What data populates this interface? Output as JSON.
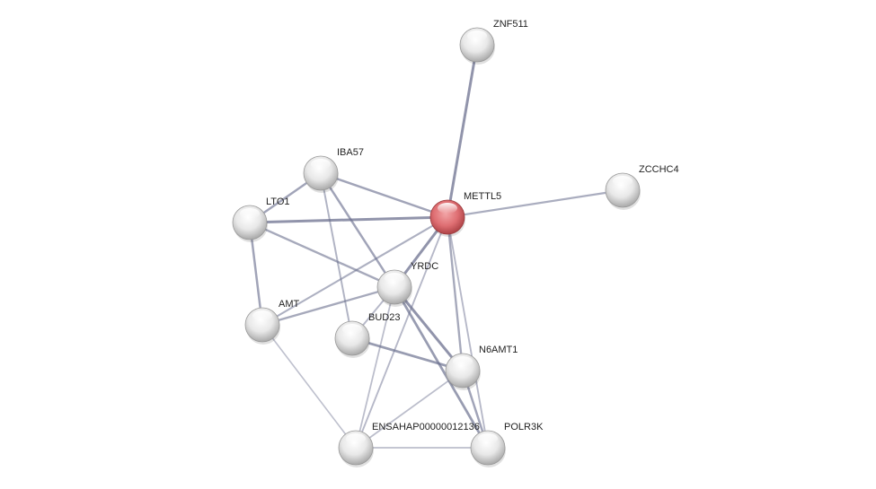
{
  "network": {
    "query_node": "METTL5",
    "query_color": "#d9676b",
    "node_color": "#e6e6e6",
    "edge_color": "#6a6f8e",
    "nodes": [
      {
        "id": "ZNF511",
        "label": "ZNF511"
      },
      {
        "id": "IBA57",
        "label": "IBA57"
      },
      {
        "id": "ZCCHC4",
        "label": "ZCCHC4"
      },
      {
        "id": "METTL5",
        "label": "METTL5"
      },
      {
        "id": "LTO1",
        "label": "LTO1"
      },
      {
        "id": "YRDC",
        "label": "YRDC"
      },
      {
        "id": "AMT",
        "label": "AMT"
      },
      {
        "id": "BUD23",
        "label": "BUD23"
      },
      {
        "id": "N6AMT1",
        "label": "N6AMT1"
      },
      {
        "id": "ENSAHAP00000012136",
        "label": "ENSAHAP00000012136"
      },
      {
        "id": "POLR3K",
        "label": "POLR3K"
      }
    ],
    "edges": [
      {
        "a": "ZNF511",
        "b": "METTL5",
        "strength": 0.8
      },
      {
        "a": "ZCCHC4",
        "b": "METTL5",
        "strength": 0.5
      },
      {
        "a": "IBA57",
        "b": "LTO1",
        "strength": 0.6
      },
      {
        "a": "IBA57",
        "b": "METTL5",
        "strength": 0.6
      },
      {
        "a": "IBA57",
        "b": "YRDC",
        "strength": 0.6
      },
      {
        "a": "IBA57",
        "b": "BUD23",
        "strength": 0.4
      },
      {
        "a": "LTO1",
        "b": "METTL5",
        "strength": 0.8
      },
      {
        "a": "LTO1",
        "b": "YRDC",
        "strength": 0.55
      },
      {
        "a": "LTO1",
        "b": "AMT",
        "strength": 0.6
      },
      {
        "a": "METTL5",
        "b": "YRDC",
        "strength": 0.8
      },
      {
        "a": "METTL5",
        "b": "AMT",
        "strength": 0.45
      },
      {
        "a": "METTL5",
        "b": "N6AMT1",
        "strength": 0.55
      },
      {
        "a": "METTL5",
        "b": "POLR3K",
        "strength": 0.35
      },
      {
        "a": "METTL5",
        "b": "ENSAHAP00000012136",
        "strength": 0.35
      },
      {
        "a": "AMT",
        "b": "YRDC",
        "strength": 0.55
      },
      {
        "a": "AMT",
        "b": "ENSAHAP00000012136",
        "strength": 0.25
      },
      {
        "a": "YRDC",
        "b": "BUD23",
        "strength": 0.35
      },
      {
        "a": "YRDC",
        "b": "N6AMT1",
        "strength": 0.8
      },
      {
        "a": "YRDC",
        "b": "POLR3K",
        "strength": 0.7
      },
      {
        "a": "YRDC",
        "b": "ENSAHAP00000012136",
        "strength": 0.3
      },
      {
        "a": "BUD23",
        "b": "N6AMT1",
        "strength": 0.7
      },
      {
        "a": "N6AMT1",
        "b": "POLR3K",
        "strength": 0.6
      },
      {
        "a": "N6AMT1",
        "b": "ENSAHAP00000012136",
        "strength": 0.3
      },
      {
        "a": "ENSAHAP00000012136",
        "b": "POLR3K",
        "strength": 0.3
      }
    ]
  }
}
